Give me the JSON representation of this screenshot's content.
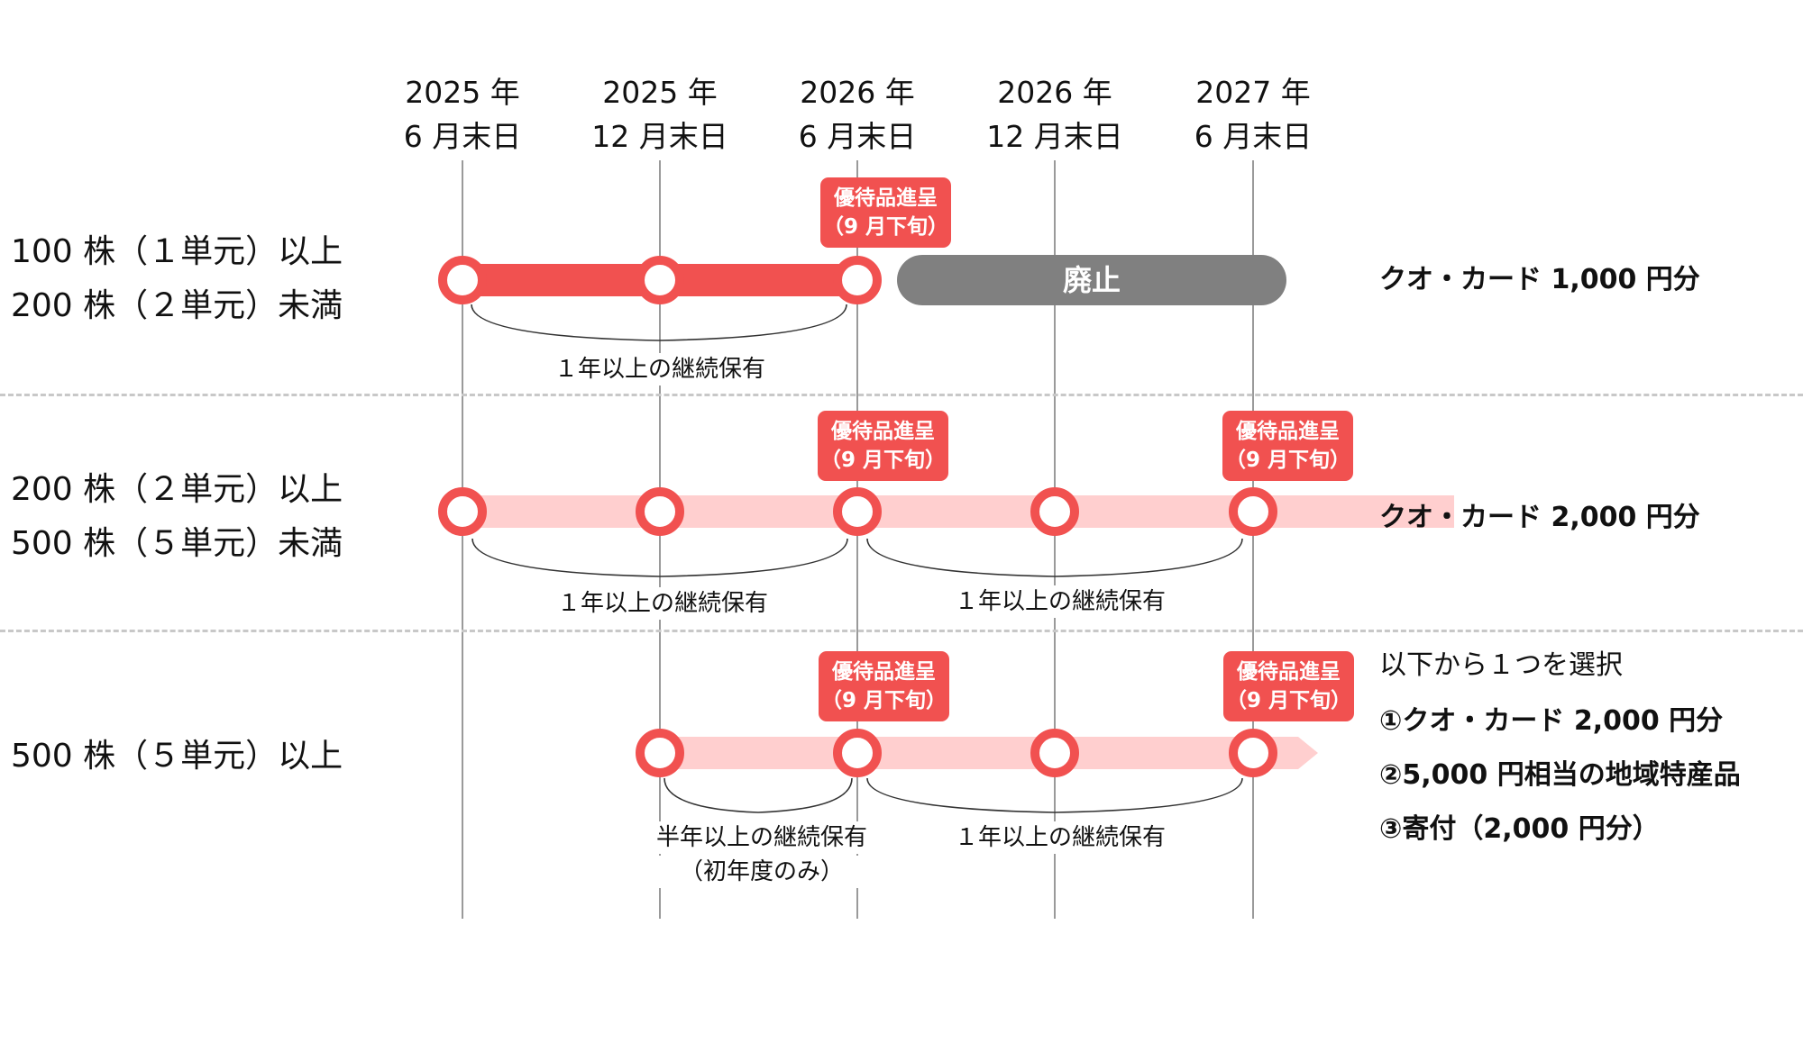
{
  "columns": [
    {
      "year": "2025 年",
      "date": "6 月末日"
    },
    {
      "year": "2025 年",
      "date": "12 月末日"
    },
    {
      "year": "2026 年",
      "date": "6 月末日"
    },
    {
      "year": "2026 年",
      "date": "12 月末日"
    },
    {
      "year": "2027 年",
      "date": "6 月末日"
    }
  ],
  "badge": {
    "line1": "優待品進呈",
    "line2": "（9 月下旬）"
  },
  "tiers": [
    {
      "label_line1": "100 株（１単元）以上",
      "label_line2": "200 株（２単元）未満",
      "abolished_label": "廃止",
      "spans": [
        "１年以上の継続保有"
      ],
      "benefit": "クオ・カード 1,000 円分"
    },
    {
      "label_line1": "200 株（２単元）以上",
      "label_line2": "500 株（５単元）未満",
      "spans": [
        "１年以上の継続保有",
        "１年以上の継続保有"
      ],
      "benefit": "クオ・カード 2,000 円分"
    },
    {
      "label_line1": "500 株（５単元）以上",
      "spans": [
        "半年以上の継続保有",
        "（初年度のみ）",
        "１年以上の継続保有"
      ],
      "benefit_intro": "以下から１つを選択",
      "benefit_options": [
        "①クオ・カード 2,000 円分",
        "②5,000 円相当の地域特産品",
        "③寄付（2,000 円分）"
      ]
    }
  ],
  "colors": {
    "accent_red": "#f15150",
    "light_red": "#ffcfcf",
    "abolished_gray": "#808080",
    "grid_gray": "#9a9a9a",
    "dash_gray": "#c8c8c8"
  }
}
